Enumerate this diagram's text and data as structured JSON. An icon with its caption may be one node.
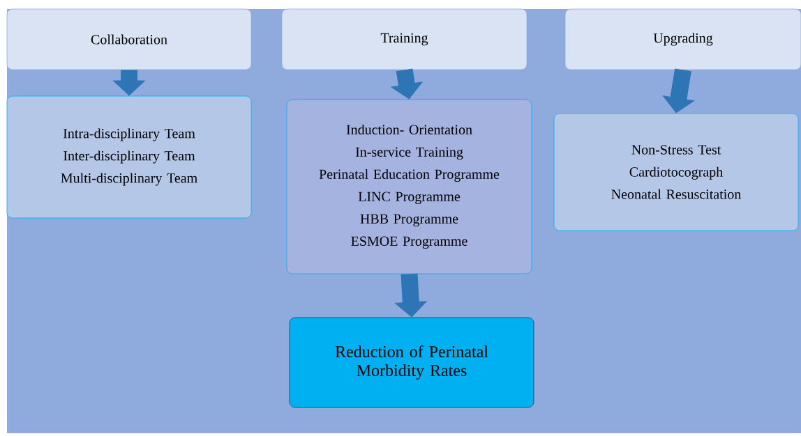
{
  "diagram": {
    "nodes": [
      {
        "text": [
          "Collaboration"
        ]
      },
      {
        "text": [
          "Training"
        ]
      },
      {
        "text": [
          "Upgrading"
        ]
      },
      {
        "text": [
          "Intra-disciplinary Team",
          "Inter-disciplinary Team",
          "Multi-disciplinary Team"
        ]
      },
      {
        "text": [
          "Induction- Orientation",
          "In-service Training",
          "Perinatal Education Programme",
          "LINC Programme",
          "HBB Programme",
          "ESMOE Programme"
        ]
      },
      {
        "text": [
          "Non-Stress Test",
          "Cardiotocograph",
          "Neonatal Resuscitation"
        ]
      },
      {
        "text": [
          "Reduction of Perinatal Morbidity Rates"
        ]
      }
    ],
    "edges": [
      {
        "from": 0,
        "to": 3,
        "arrow": "to"
      },
      {
        "from": 1,
        "to": 4,
        "arrow": "to"
      },
      {
        "from": 2,
        "to": 5,
        "arrow": "to"
      },
      {
        "from": 4,
        "to": 6,
        "arrow": "to"
      }
    ]
  }
}
